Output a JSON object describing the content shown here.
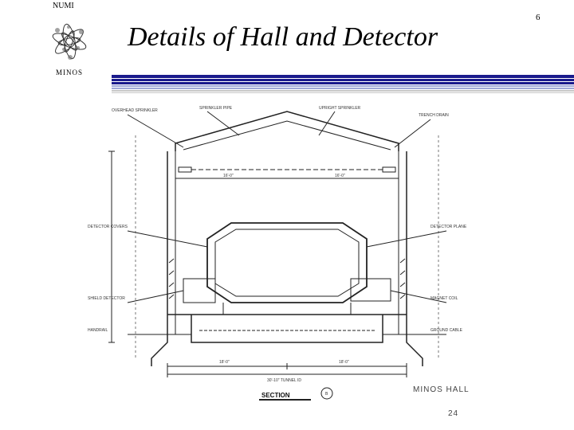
{
  "header": {
    "org": "NUMI",
    "page_number": "6",
    "title": "Details of Hall and Detector",
    "logo_text": "MINOS"
  },
  "drawing": {
    "section_label": "SECTION",
    "section_mark": "B",
    "hall_label": "MINOS HALL",
    "page_ref": "24",
    "dimensions": {
      "left_span": "18'-0\"",
      "right_span": "18'-0\"",
      "total_span": "30'-10\" TUNNEL ID",
      "left_width": "16'-0\"",
      "right_width": "16'-0\""
    },
    "callouts": [
      "OVERHEAD SPRINKLER",
      "SPRINKLER PIPE",
      "TRENCH DRAIN",
      "DETECTOR COVERS",
      "UPRIGHT SPRINKLER",
      "DETECTOR PLANE",
      "MAGNET COIL",
      "SHIELD DETECTOR",
      "HANDRAIL",
      "GROUND CABLE"
    ]
  },
  "colors": {
    "rule_dark": "#1a1a8c",
    "rule_light": "#9fa8d8",
    "rule_grey": "#c8c8c8"
  }
}
